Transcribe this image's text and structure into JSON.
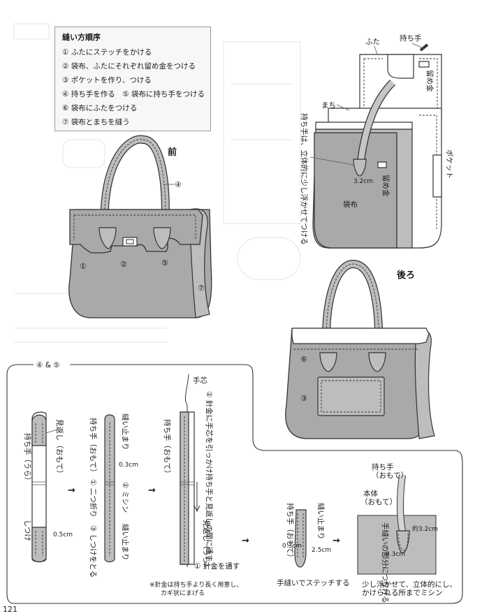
{
  "instructions": {
    "title": "縫い方順序",
    "steps": [
      "① ふたにステッチをかける",
      "② 袋布、ふたにそれぞれ留め金をつける",
      "③ ポケットを作り、つける",
      "④ 持ち手を作る　⑤ 袋布に持ち手をつける",
      "⑥ 袋布にふたをつける",
      "⑦ 袋布とまちを縫う"
    ]
  },
  "front_view": {
    "heading": "前",
    "markers": [
      "①",
      "②",
      "④",
      "⑤",
      "⑦"
    ]
  },
  "back_view": {
    "heading": "後ろ",
    "markers": [
      "⑥",
      "③"
    ]
  },
  "exploded": {
    "lid": "ふた",
    "handle": "持ち手",
    "clasp_top": "留め金",
    "gusset": "まち",
    "handle_note": "持ち手は、立体的に少し浮かせてつける",
    "size": "3.2cm",
    "clasp_mid": "留め金",
    "body": "袋布",
    "pocket": "ポケット"
  },
  "handle_steps": {
    "label": "④ & ⑤",
    "facing_front": "見返し（おもて）",
    "handle_back": "持ち手（うら）",
    "attach": "しつけ",
    "dim_05": "0.5cm",
    "handle_front": "持ち手（おもて）",
    "stop": "縫い止まり",
    "dim_03": "0.3cm",
    "fold": "① 二つ折り",
    "baste_remove": "③ しつけをとる",
    "machine": "② ミシン",
    "stop2": "縫い止まり",
    "core": "手芯",
    "wire_note": "② 針金に手芯を引っかけ持ち手と見返しの間に通す",
    "facing_back": "見返し（うら）",
    "wire_pass": "① 針金を通す",
    "wire_footnote": "※針金は持ち手より長く用意し、カギ状にまげる",
    "handle_front2": "持ち手（おもて）",
    "stop3": "縫い止まり",
    "dim_03b": "0.3cm",
    "dim_25": "2.5cm",
    "hand_stitch": "手縫いでステッチする",
    "handle_front3": "持ち手（おもて）",
    "body_front": "本体（おもて）",
    "join_note": "手縫いの部分につなげる",
    "dim_32": "約3.2cm",
    "dim_03c": "0.3cm",
    "final_note1": "少し浮かせて、立体的にし、",
    "final_note2": "かけられる所までミシン"
  },
  "page_number": "121"
}
